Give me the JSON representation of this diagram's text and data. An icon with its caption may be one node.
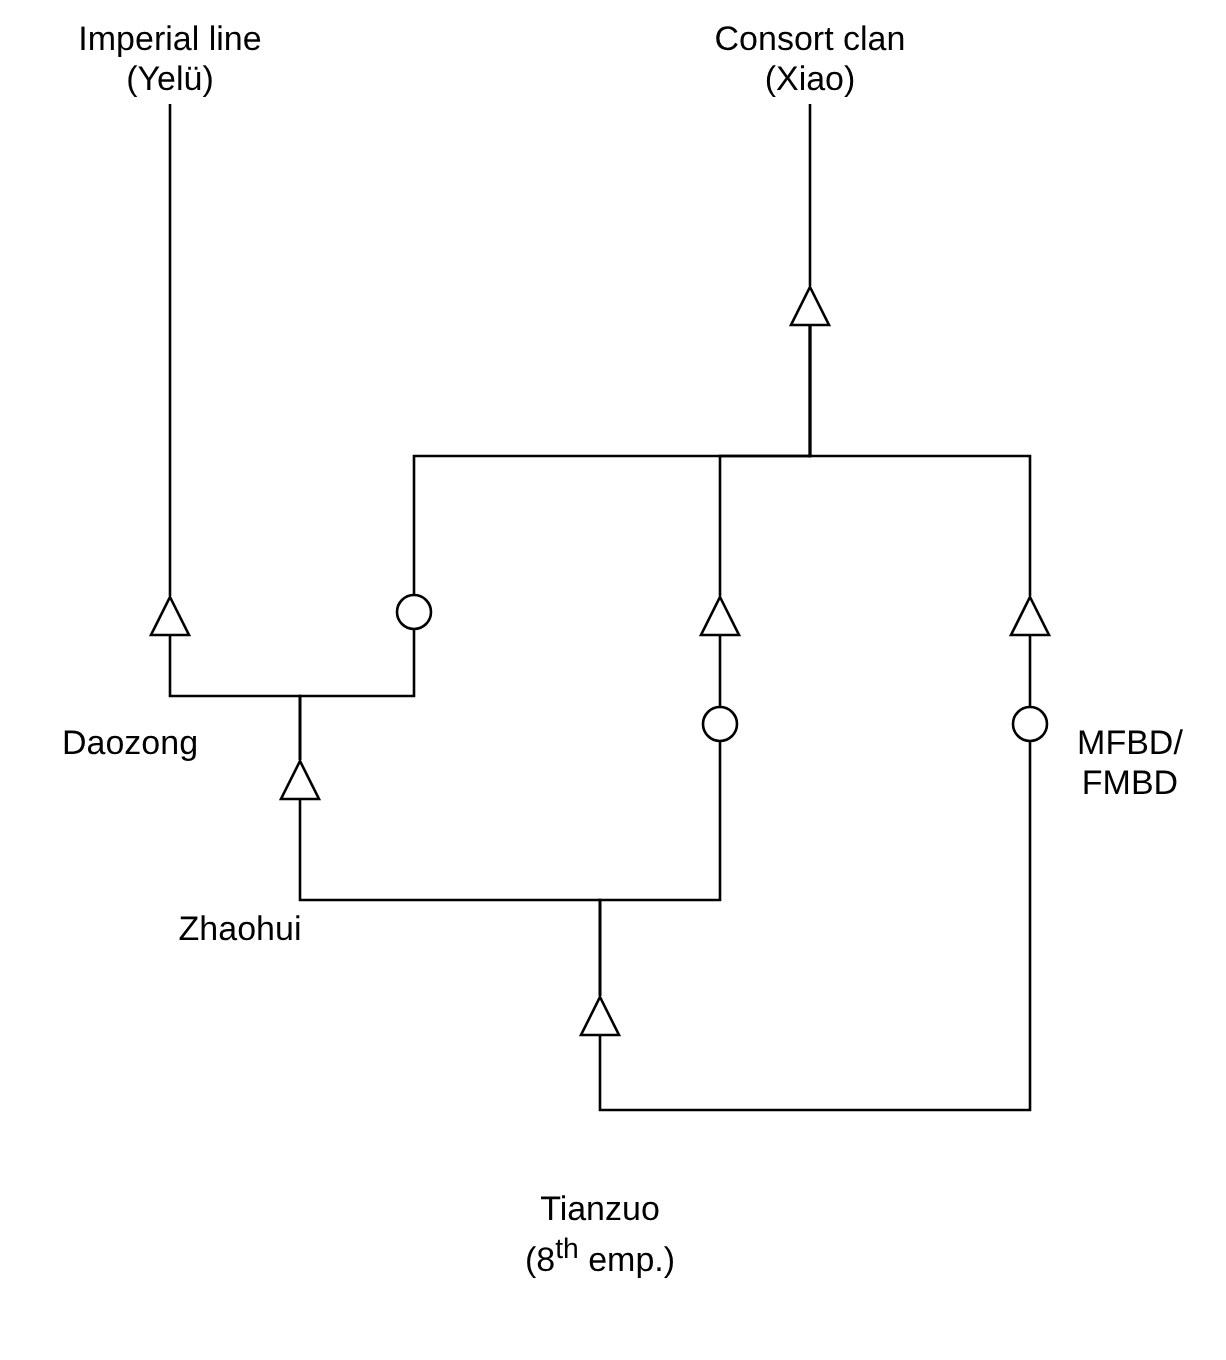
{
  "diagram": {
    "nodes": [
      {
        "text": [
          "Imperial line (Yelü)"
        ]
      },
      {
        "text": [
          "Consort clan (Xiao)"
        ]
      },
      {
        "text": [],
        "shape": "triangle"
      },
      {
        "text": [],
        "shape": "triangle"
      },
      {
        "text": [],
        "shape": "circle"
      },
      {
        "text": [],
        "shape": "triangle"
      },
      {
        "text": [],
        "shape": "triangle"
      },
      {
        "text": [],
        "shape": "triangle",
        "beside": [
          "Daozong"
        ]
      },
      {
        "text": [],
        "shape": "circle"
      },
      {
        "text": [],
        "shape": "circle",
        "beside": [
          "MFBD/ FMBD"
        ]
      },
      {
        "text": [],
        "shape": "triangle"
      }
    ],
    "edges": [
      {
        "from": 0,
        "to": 3,
        "arrow": "none"
      },
      {
        "from": 1,
        "to": 2,
        "arrow": "none"
      },
      {
        "from": 2,
        "to": 4,
        "arrow": "none"
      },
      {
        "from": 2,
        "to": 5,
        "arrow": "none"
      },
      {
        "from": 2,
        "to": 6,
        "arrow": "none"
      },
      {
        "from": 3,
        "to": 7,
        "arrow": "none"
      },
      {
        "from": 4,
        "to": 7,
        "arrow": "none"
      },
      {
        "from": 5,
        "to": 8,
        "arrow": "none"
      },
      {
        "from": 6,
        "to": 9,
        "arrow": "none"
      },
      {
        "from": 7,
        "to": 10,
        "arrow": "none"
      },
      {
        "from": 8,
        "to": 10,
        "arrow": "none"
      },
      {
        "from": 10,
        "to": 9,
        "arrow": "none"
      }
    ],
    "labels": [
      "Zhaohui",
      "Tianzuo (8$^{th}$ emp.)"
    ]
  }
}
